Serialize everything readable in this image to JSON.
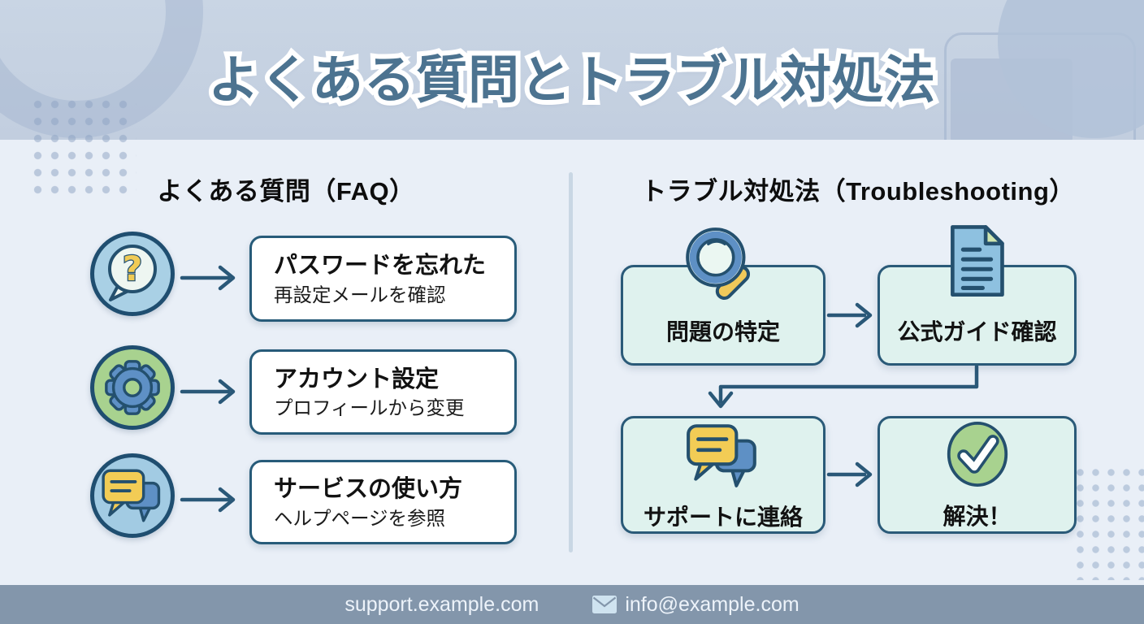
{
  "title": "よくある質問とトラブル対処法",
  "faq": {
    "heading": "よくある質問（FAQ）",
    "items": [
      {
        "icon": "question-bubble-icon",
        "title": "パスワードを忘れた",
        "subtitle": "再設定メールを確認"
      },
      {
        "icon": "gear-icon",
        "title": "アカウント設定",
        "subtitle": "プロフィールから変更"
      },
      {
        "icon": "chat-bubbles-icon",
        "title": "サービスの使い方",
        "subtitle": "ヘルプページを参照"
      }
    ]
  },
  "troubleshooting": {
    "heading": "トラブル対処法（Troubleshooting）",
    "steps": [
      {
        "icon": "magnifier-icon",
        "label": "問題の特定"
      },
      {
        "icon": "document-icon",
        "label": "公式ガイド確認"
      },
      {
        "icon": "chat-bubbles-icon",
        "label": "サポートに連絡"
      },
      {
        "icon": "check-circle-icon",
        "label": "解決！"
      }
    ]
  },
  "footer": {
    "website": "support.example.com",
    "email": "info@example.com",
    "email_icon": "envelope-icon"
  },
  "colors": {
    "header_bg": "#c6d2e2",
    "content_bg": "#e9eff7",
    "footer_bg": "#8396ab",
    "title_text": "#4c7390",
    "outline_navy": "#24506e",
    "accent_blue": "#5e90c5",
    "accent_yellow": "#f0cb55",
    "accent_green": "#a8d28f",
    "flow_box_fill": "#dff2ee",
    "card_fill": "#ffffff"
  }
}
